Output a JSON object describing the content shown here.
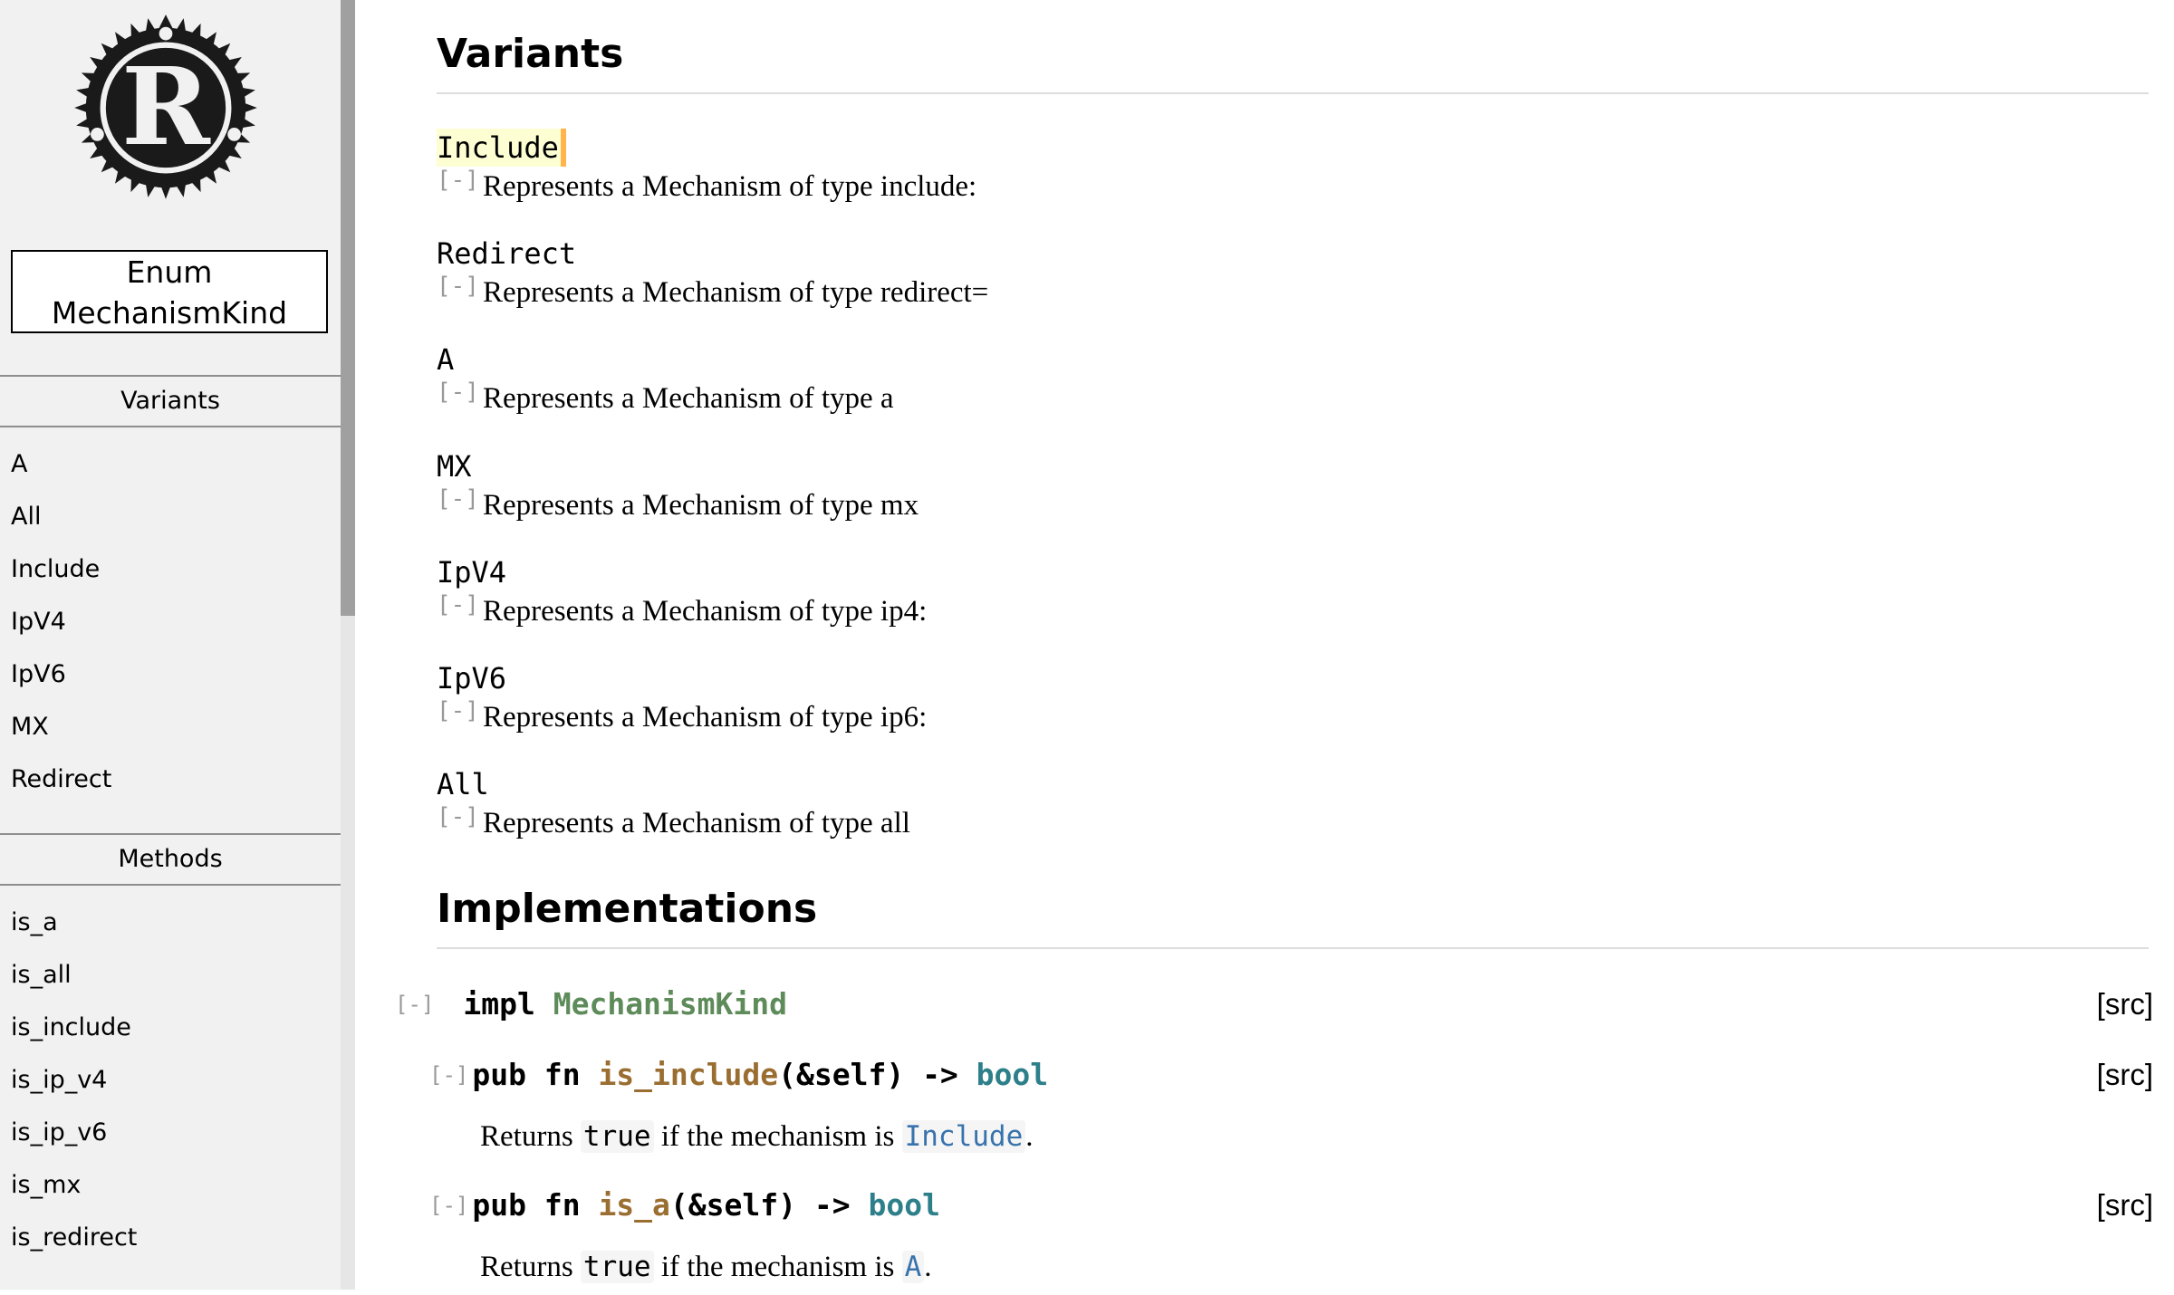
{
  "sidebar": {
    "enum_line1": "Enum",
    "enum_line2": "MechanismKind",
    "variants_title": "Variants",
    "variants": [
      "A",
      "All",
      "Include",
      "IpV4",
      "IpV6",
      "MX",
      "Redirect"
    ],
    "methods_title": "Methods",
    "methods": [
      "is_a",
      "is_all",
      "is_include",
      "is_ip_v4",
      "is_ip_v6",
      "is_mx",
      "is_redirect"
    ]
  },
  "main": {
    "variants_heading": "Variants",
    "variants": [
      {
        "name": "Include",
        "toggle": "[-]",
        "desc": "Represents a Mechanism of type include:"
      },
      {
        "name": "Redirect",
        "toggle": "[-]",
        "desc": "Represents a Mechanism of type redirect="
      },
      {
        "name": "A",
        "toggle": "[-]",
        "desc": "Represents a Mechanism of type a"
      },
      {
        "name": "MX",
        "toggle": "[-]",
        "desc": "Represents a Mechanism of type mx"
      },
      {
        "name": "IpV4",
        "toggle": "[-]",
        "desc": "Represents a Mechanism of type ip4:"
      },
      {
        "name": "IpV6",
        "toggle": "[-]",
        "desc": "Represents a Mechanism of type ip6:"
      },
      {
        "name": "All",
        "toggle": "[-]",
        "desc": "Represents a Mechanism of type all"
      }
    ],
    "impl_heading": "Implementations",
    "impl": {
      "toggle": "[-]",
      "keyword": "impl",
      "type": "MechanismKind",
      "src": "[src]"
    },
    "methods": [
      {
        "toggle": "[-]",
        "prefix": "pub fn ",
        "name": "is_include",
        "args": "(&self) -> ",
        "ret": "bool",
        "src": "[src]",
        "doc_pre": "Returns ",
        "doc_code": "true",
        "doc_mid": " if the mechanism is ",
        "doc_link": "Include",
        "doc_post": "."
      },
      {
        "toggle": "[-]",
        "prefix": "pub fn ",
        "name": "is_a",
        "args": "(&self) -> ",
        "ret": "bool",
        "src": "[src]",
        "doc_pre": "Returns ",
        "doc_code": "true",
        "doc_mid": " if the mechanism is ",
        "doc_link": "A",
        "doc_post": "."
      }
    ]
  }
}
